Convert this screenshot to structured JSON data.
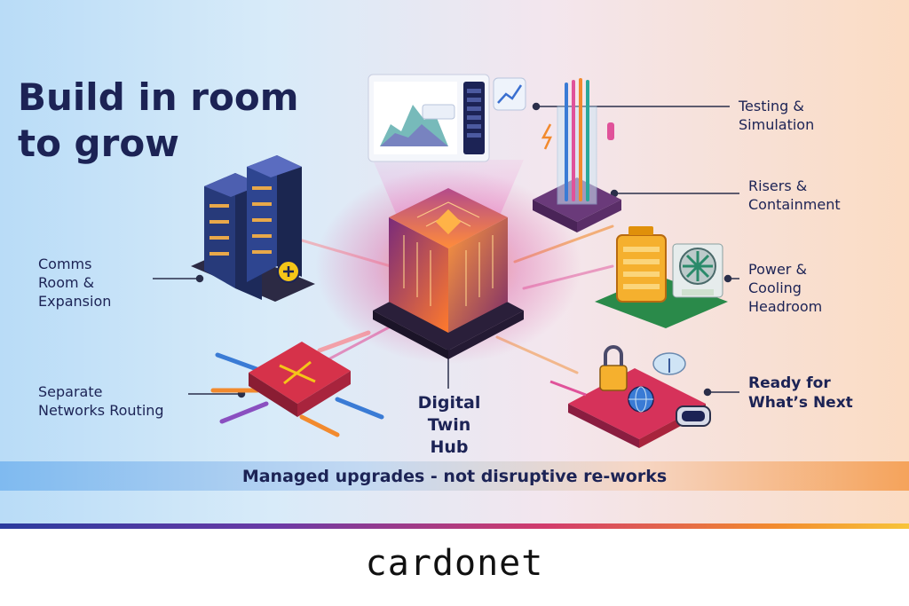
{
  "title": "Build in room to grow",
  "labels": {
    "comms": [
      "Comms",
      "Room &",
      "Expansion"
    ],
    "networks": [
      "Separate",
      "Networks Routing"
    ],
    "testing": [
      "Testing &",
      "Simulation"
    ],
    "risers": [
      "Risers &",
      "Containment"
    ],
    "power": [
      "Power &",
      "Cooling",
      "Headroom"
    ],
    "ready": [
      "Ready for",
      "What’s Next"
    ],
    "hub": [
      "Digital",
      "Twin",
      "Hub"
    ]
  },
  "banner": "Managed upgrades - not disruptive re-works",
  "logo": "cardonet",
  "icons": [
    "server-rack-icon",
    "plus-icon",
    "router-icon",
    "chip-cube-icon",
    "dashboard-monitor-icon",
    "chart-icon",
    "riser-tubes-icon",
    "battery-icon",
    "fan-icon",
    "lock-icon",
    "cloud-icon",
    "globe-icon",
    "vr-headset-icon"
  ],
  "colors": {
    "navy": "#1c2355",
    "accent_orange": "#f28a2e",
    "accent_purple": "#6a3aa6"
  }
}
